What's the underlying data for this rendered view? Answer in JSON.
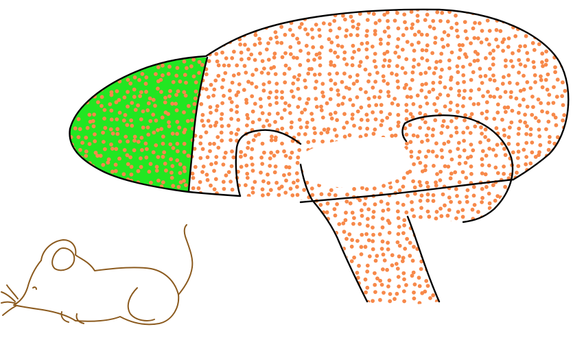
{
  "figure": {
    "subject": "brain",
    "regions": [
      {
        "name": "anterior-region",
        "fill": "#22e622"
      },
      {
        "name": "posterior-region",
        "fill": "#ffffff"
      }
    ],
    "dot_color": "#f7894a",
    "outline_color": "#000000",
    "mouse_color": "#8b5a1e"
  }
}
